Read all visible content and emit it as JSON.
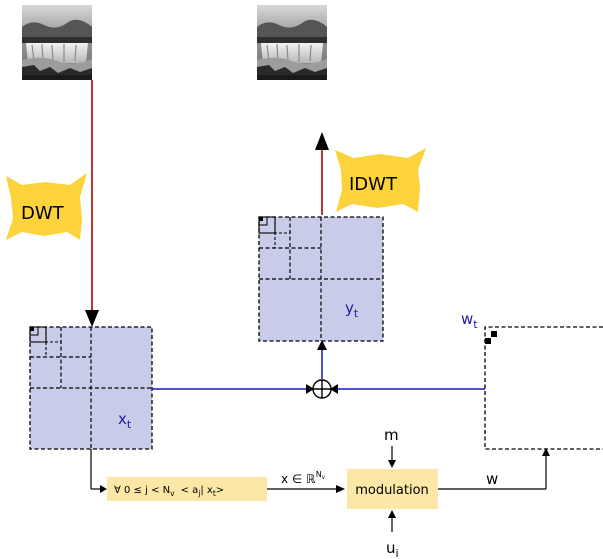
{
  "labels": {
    "dwt": "DWT",
    "idwt": "IDWT",
    "xt": "x",
    "xt_sub": "t",
    "yt": "y",
    "yt_sub": "t",
    "wt": "w",
    "wt_sub": "t",
    "m": "m",
    "ui": "u",
    "ui_sub": "i",
    "w": "w",
    "modulation": "modulation",
    "projection": "∀ 0 ≤ j < N",
    "projection_sub": "v",
    "projection_tail": "< a",
    "projection_j": "j",
    "projection_bar": "| x",
    "projection_t": "t",
    "projection_end": ">",
    "x_in": "x ∈ ℝ",
    "x_in_sup": "N",
    "x_in_sup_sub": "v",
    "oplus": "⊕"
  },
  "colors": {
    "red_arrow": "#b00000",
    "blue_line": "#1515c8",
    "coef_fill": "#c8cce8",
    "box_fill": "#fbe7a6",
    "star_fill": "#fcd33b",
    "label_blue": "#1a1aa0"
  },
  "images": {
    "source": "waterfall-photo",
    "reconstructed": "waterfall-photo"
  }
}
